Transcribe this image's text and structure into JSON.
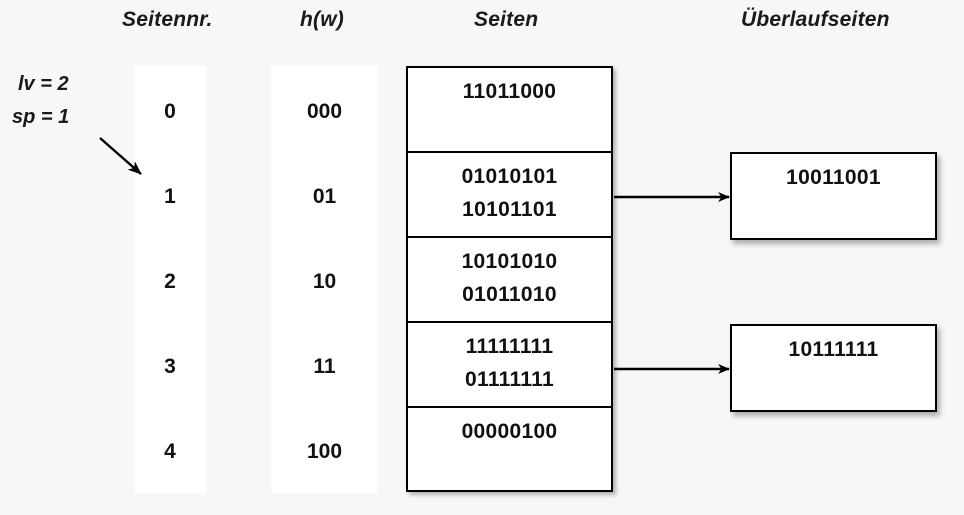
{
  "headers": {
    "page_number": "Seitennr.",
    "hash": "h(w)",
    "pages": "Seiten",
    "overflow_pages": "Überlaufseiten"
  },
  "parameters": {
    "lv": "lv = 2",
    "sp": "sp = 1"
  },
  "columns": {
    "page_numbers": [
      "0",
      "1",
      "2",
      "3",
      "4"
    ],
    "hash_values": [
      "000",
      "01",
      "10",
      "11",
      "100"
    ]
  },
  "pages": [
    {
      "page_number": "0",
      "hash": "000",
      "entries": [
        "11011000"
      ]
    },
    {
      "page_number": "1",
      "hash": "01",
      "entries": [
        "01010101",
        "10101101"
      ]
    },
    {
      "page_number": "2",
      "hash": "10",
      "entries": [
        "10101010",
        "01011010"
      ]
    },
    {
      "page_number": "3",
      "hash": "11",
      "entries": [
        "11111111",
        "01111111"
      ]
    },
    {
      "page_number": "4",
      "hash": "100",
      "entries": [
        "00000100"
      ]
    }
  ],
  "overflow_pages": [
    {
      "from_page": "1",
      "entries": [
        "10011001"
      ]
    },
    {
      "from_page": "3",
      "entries": [
        "10111111"
      ]
    }
  ],
  "colors": {
    "background": "#f7f7f7",
    "column_fill": "#ffffff",
    "box_fill": "#ffffff",
    "stroke": "#000000",
    "text": "#111111"
  },
  "icons": {
    "split_pointer": "diagonal-arrow-icon",
    "overflow_link": "right-arrow-icon"
  }
}
